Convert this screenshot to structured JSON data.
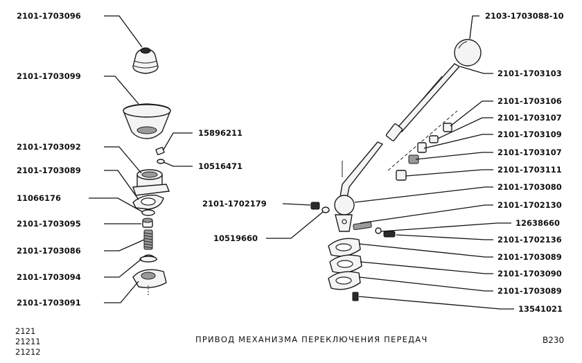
{
  "labels_left": [
    "2101-1703096",
    "2101-1703099",
    "15896211",
    "2101-1703092",
    "10516471",
    "2101-1703089",
    "11066176",
    "2101-1703095",
    "2101-1703086",
    "2101-1703094",
    "2101-1703091"
  ],
  "labels_center": [
    "2101-1702179",
    "10519660"
  ],
  "labels_right": [
    "2103-1703088-10",
    "2101-1703103",
    "2101-1703106",
    "2101-1703107",
    "2101-1703109",
    "2101-1703107",
    "2101-1703111",
    "2101-1703080",
    "2101-1702130",
    "12638660",
    "2101-1702136",
    "2101-1703089",
    "2101-1703090",
    "2101-1703089",
    "13541021"
  ],
  "footer": {
    "models": [
      "2121",
      "21211",
      "21212"
    ],
    "title": "ПРИВОД МЕХАНИЗМА ПЕРЕКЛЮЧЕНИЯ ПЕРЕДАЧ",
    "page_code": "В230"
  }
}
